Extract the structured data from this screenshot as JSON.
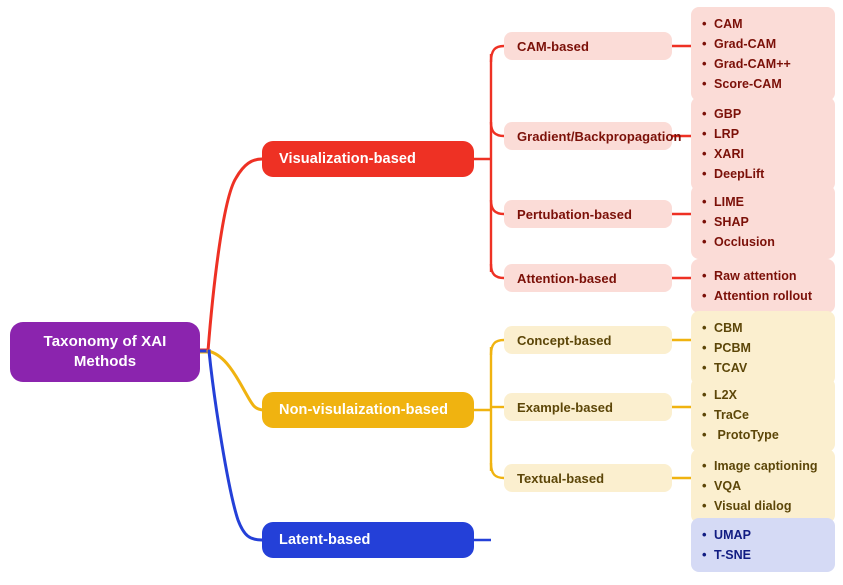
{
  "diagram": {
    "title": "Taxonomy of XAI Methods",
    "type": "mind-map",
    "colors": {
      "root": "#8B24AE",
      "visualization_branch": "#EE3124",
      "non_visualization_branch": "#F0B310",
      "latent_branch": "#2440D8",
      "leaf_red_bg": "#FBDCD7",
      "leaf_yellow_bg": "#FBEFCF",
      "leaf_blue_bg": "#D5DAF5",
      "background": "#FFFFFF"
    }
  },
  "root": {
    "label": "Taxonomy of XAI\nMethods"
  },
  "branches": [
    {
      "id": "visualization-based",
      "label": "Visualization-based",
      "color": "#EE3124",
      "categories": [
        {
          "id": "cam-based",
          "label": "CAM-based",
          "methods": [
            "CAM",
            "Grad-CAM",
            "Grad-CAM++",
            "Score-CAM"
          ]
        },
        {
          "id": "gradient-backpropagation",
          "label": "Gradient/Backpropagation",
          "methods": [
            "GBP",
            "LRP",
            "XARI",
            "DeepLift"
          ]
        },
        {
          "id": "pertubation-based",
          "label": "Pertubation-based",
          "methods": [
            "LIME",
            "SHAP",
            "Occlusion"
          ]
        },
        {
          "id": "attention-based",
          "label": "Attention-based",
          "methods": [
            "Raw attention",
            "Attention rollout"
          ]
        }
      ]
    },
    {
      "id": "non-visulaization-based",
      "label": "Non-visulaization-based",
      "color": "#F0B310",
      "categories": [
        {
          "id": "concept-based",
          "label": "Concept-based",
          "methods": [
            "CBM",
            "PCBM",
            "TCAV"
          ]
        },
        {
          "id": "example-based",
          "label": "Example-based",
          "methods": [
            "L2X",
            "TraCe",
            " ProtoType"
          ]
        },
        {
          "id": "textual-based",
          "label": "Textual-based",
          "methods": [
            "Image captioning",
            "VQA",
            "Visual dialog"
          ]
        }
      ]
    },
    {
      "id": "latent-based",
      "label": "Latent-based",
      "color": "#2440D8",
      "categories": [],
      "methods": [
        "UMAP",
        "T-SNE"
      ]
    }
  ]
}
